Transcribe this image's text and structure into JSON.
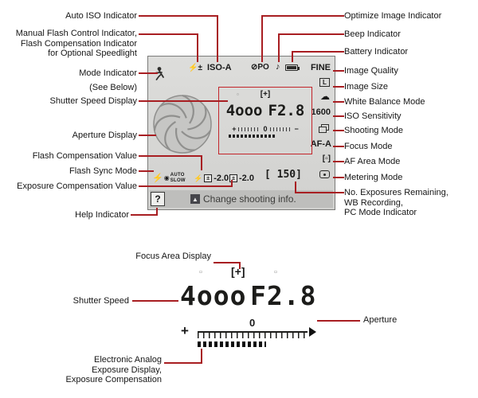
{
  "colors": {
    "callout_line": "#a81e22",
    "red_frame": "#c3242a",
    "lcd_background": "#d8d8d6",
    "lcd_border": "#7b7b79",
    "infobar_background": "#bebebc",
    "label_text": "#161616"
  },
  "labels_left": [
    "Auto ISO Indicator",
    "Manual Flash Control Indicator,\nFlash Compensation Indicator\nfor Optional Speedlight",
    "Mode Indicator",
    "(See Below)",
    "Shutter Speed Display",
    "Aperture Display",
    "Flash Compensation Value",
    "Flash Sync Mode",
    "Exposure Compensation Value",
    "Help Indicator"
  ],
  "labels_right": [
    "Optimize Image Indicator",
    "Beep Indicator",
    "Battery Indicator",
    "Image Quality",
    "Image Size",
    "White Balance Mode",
    "ISO Sensitivity",
    "Shooting Mode",
    "Focus Mode",
    "AF Area Mode",
    "Metering Mode",
    "No. Exposures Remaining,\nWB Recording,\nPC Mode Indicator"
  ],
  "labels_bottom": {
    "focus_area": "Focus Area Display",
    "shutter": "Shutter Speed",
    "aperture": "Aperture",
    "analog": "Electronic Analog\nExposure Display,\nExposure Compensation"
  },
  "lcd": {
    "flash_comp_icon": "⚡±",
    "auto_iso": "ISO-A",
    "optimize": "⊘PO",
    "beep": "♪",
    "quality": "FINE",
    "size_letter": "L",
    "white_balance": "☁",
    "iso_value": "1600",
    "focus_mode": "AF-A",
    "af_area": "[▫]",
    "focus_point": "[+]",
    "focus_mark": "▫",
    "shutter": "4ooo",
    "aperture": "F2.8",
    "scale_plus": "+",
    "scale_zero": "0",
    "scale_minus": "−",
    "sync_flash": "⚡",
    "eye": "◉",
    "sync_auto": "AUTO",
    "sync_slow": "SLOW",
    "comp_pm": "±",
    "flash_comp_value": "-2.0",
    "exp_comp_value": "-2.0",
    "counter": "[ 150]",
    "help": "?",
    "info_icon": "▲",
    "info_text": "Change shooting info."
  },
  "zoom": {
    "focus_point": "[+]",
    "shutter": "4ooo",
    "aperture": "F2.8",
    "scale_plus": "+",
    "scale_zero": "0"
  }
}
